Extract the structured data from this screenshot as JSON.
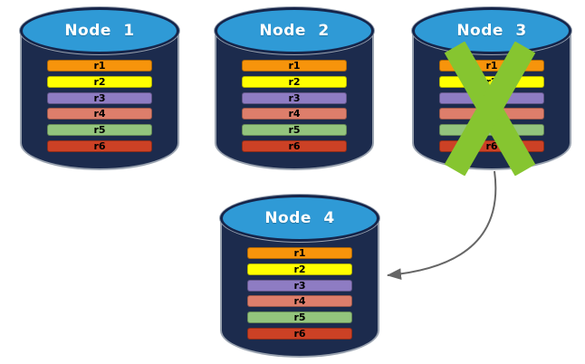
{
  "diagram": {
    "nodes": [
      {
        "label": "Node 1",
        "crossed_out": false,
        "rows": [
          {
            "label": "r1",
            "color": "#F7940B"
          },
          {
            "label": "r2",
            "color": "#FFFF00"
          },
          {
            "label": "r3",
            "color": "#8E7CC3"
          },
          {
            "label": "r4",
            "color": "#DD7E6B"
          },
          {
            "label": "r5",
            "color": "#93C47D"
          },
          {
            "label": "r6",
            "color": "#CC4125"
          }
        ]
      },
      {
        "label": "Node 2",
        "crossed_out": false,
        "rows": [
          {
            "label": "r1",
            "color": "#F7940B"
          },
          {
            "label": "r2",
            "color": "#FFFF00"
          },
          {
            "label": "r3",
            "color": "#8E7CC3"
          },
          {
            "label": "r4",
            "color": "#DD7E6B"
          },
          {
            "label": "r5",
            "color": "#93C47D"
          },
          {
            "label": "r6",
            "color": "#CC4125"
          }
        ]
      },
      {
        "label": "Node 3",
        "crossed_out": true,
        "rows": [
          {
            "label": "r1",
            "color": "#F7940B"
          },
          {
            "label": "r2",
            "color": "#FFFF00"
          },
          {
            "label": "r3",
            "color": "#8E7CC3"
          },
          {
            "label": "r4",
            "color": "#DD7E6B"
          },
          {
            "label": "r5",
            "color": "#93C47D"
          },
          {
            "label": "r6",
            "color": "#CC4125"
          }
        ]
      },
      {
        "label": "Node 4",
        "crossed_out": false,
        "rows": [
          {
            "label": "r1",
            "color": "#F7940B"
          },
          {
            "label": "r2",
            "color": "#FFFF00"
          },
          {
            "label": "r3",
            "color": "#8E7CC3"
          },
          {
            "label": "r4",
            "color": "#DD7E6B"
          },
          {
            "label": "r5",
            "color": "#93C47D"
          },
          {
            "label": "r6",
            "color": "#CC4125"
          }
        ]
      }
    ],
    "colors": {
      "cylinder_body": "#1C2B4D",
      "cylinder_top": "#2F9AD6",
      "cylinder_top_border": "#16254A",
      "cylinder_outline": "#9AA3B0",
      "cross": "#86C530",
      "arrow": "#666666",
      "node_title_text": "#FFFFFF",
      "row_text": "#000000"
    }
  }
}
